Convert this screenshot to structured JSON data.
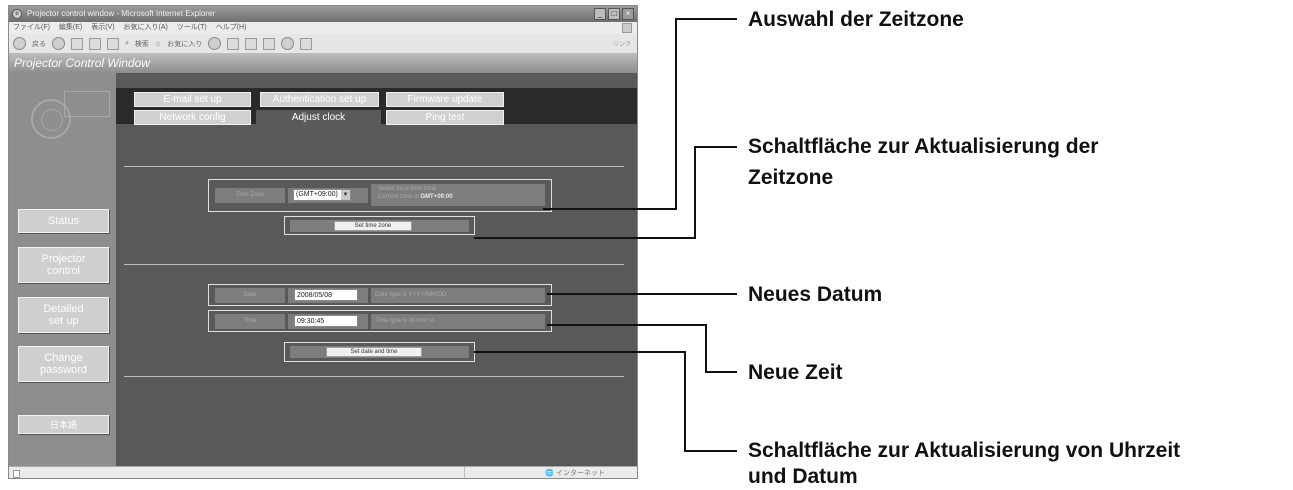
{
  "browser": {
    "title": "Projector control window - Microsoft Internet Explorer",
    "menu_items": [
      "ファイル(F)",
      "編集(E)",
      "表示(V)",
      "お気に入り(A)",
      "ツール(T)",
      "ヘルプ(H)"
    ],
    "toolbar": {
      "back": "戻る",
      "search": "検索",
      "favorites": "お気に入り",
      "end": "リンク"
    },
    "status_zone": "インターネット"
  },
  "app": {
    "header": "Projector Control Window",
    "sidebar": [
      {
        "label": "Status"
      },
      {
        "label": "Projector control"
      },
      {
        "label": "Detailed set up"
      },
      {
        "label": "Change password"
      },
      {
        "label": "日本語"
      }
    ],
    "tabs_row1": [
      "E-mail set up",
      "Authentication set up",
      "Firmware update"
    ],
    "tabs_row2": [
      "Network config",
      "Adjust clock",
      "Ping test"
    ],
    "active_tab": "Adjust clock",
    "timezone": {
      "label": "Time Zone",
      "value": "(GMT+09:00)",
      "hint_line1": "Select local time zone",
      "hint_line2_prefix": "Current zone is",
      "hint_line2_value": "GMT+09:00",
      "button": "Set time zone"
    },
    "date": {
      "label": "Date",
      "value": "2008/05/08",
      "hint": "Date type is YYYY/MM/DD"
    },
    "time": {
      "label": "Time",
      "value": "09:30:45",
      "hint": "Time type is hh:mm:ss"
    },
    "set_date_time_button": "Set date and time"
  },
  "callouts": {
    "timezone_select": "Auswahl der Zeitzone",
    "timezone_button_line1": "Schaltfläche zur Aktualisierung der",
    "timezone_button_line2": "Zeitzone",
    "new_date": "Neues Datum",
    "new_time": "Neue Zeit",
    "datetime_button_line1": "Schaltfläche zur Aktualisierung von Uhrzeit",
    "datetime_button_line2": "und Datum"
  }
}
